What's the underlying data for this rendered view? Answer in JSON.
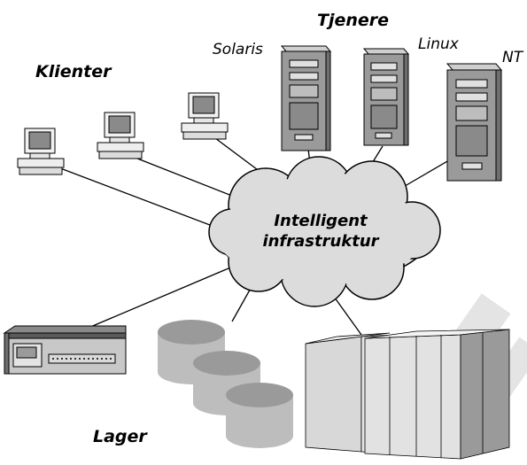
{
  "labels": {
    "clients": "Klienter",
    "servers": "Tjenere",
    "storage": "Lager"
  },
  "os_labels": {
    "solaris": "Solaris",
    "linux": "Linux",
    "nt": "NT"
  },
  "cloud": {
    "line1": "Intelligent",
    "line2": "infrastruktur"
  },
  "colors": {
    "cloud_fill": "#dcdcdc",
    "server_body": "#9a9a9a",
    "storage_gray": "#bdbdbd",
    "line": "#000000"
  }
}
